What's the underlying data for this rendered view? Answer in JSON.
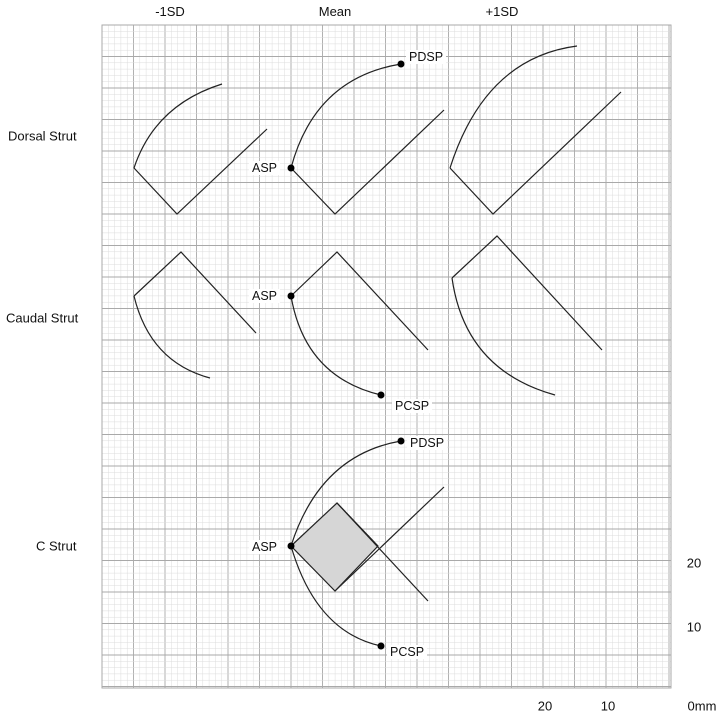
{
  "columns": {
    "minus": "-1SD",
    "mean": "Mean",
    "plus": "+1SD"
  },
  "rows": {
    "dorsal": "Dorsal Strut",
    "caudal": "Caudal Strut",
    "c": "C Strut"
  },
  "points": {
    "asp": "ASP",
    "pdsp": "PDSP",
    "pcsp": "PCSP"
  },
  "scale": {
    "bottom": [
      "20",
      "10",
      "0mm"
    ],
    "right": [
      "20",
      "10"
    ]
  },
  "colors": {
    "grid_minor": "#dcdcdc",
    "grid_major": "#a9a9a9",
    "line": "#222222",
    "fill": "#d6d6d6"
  }
}
